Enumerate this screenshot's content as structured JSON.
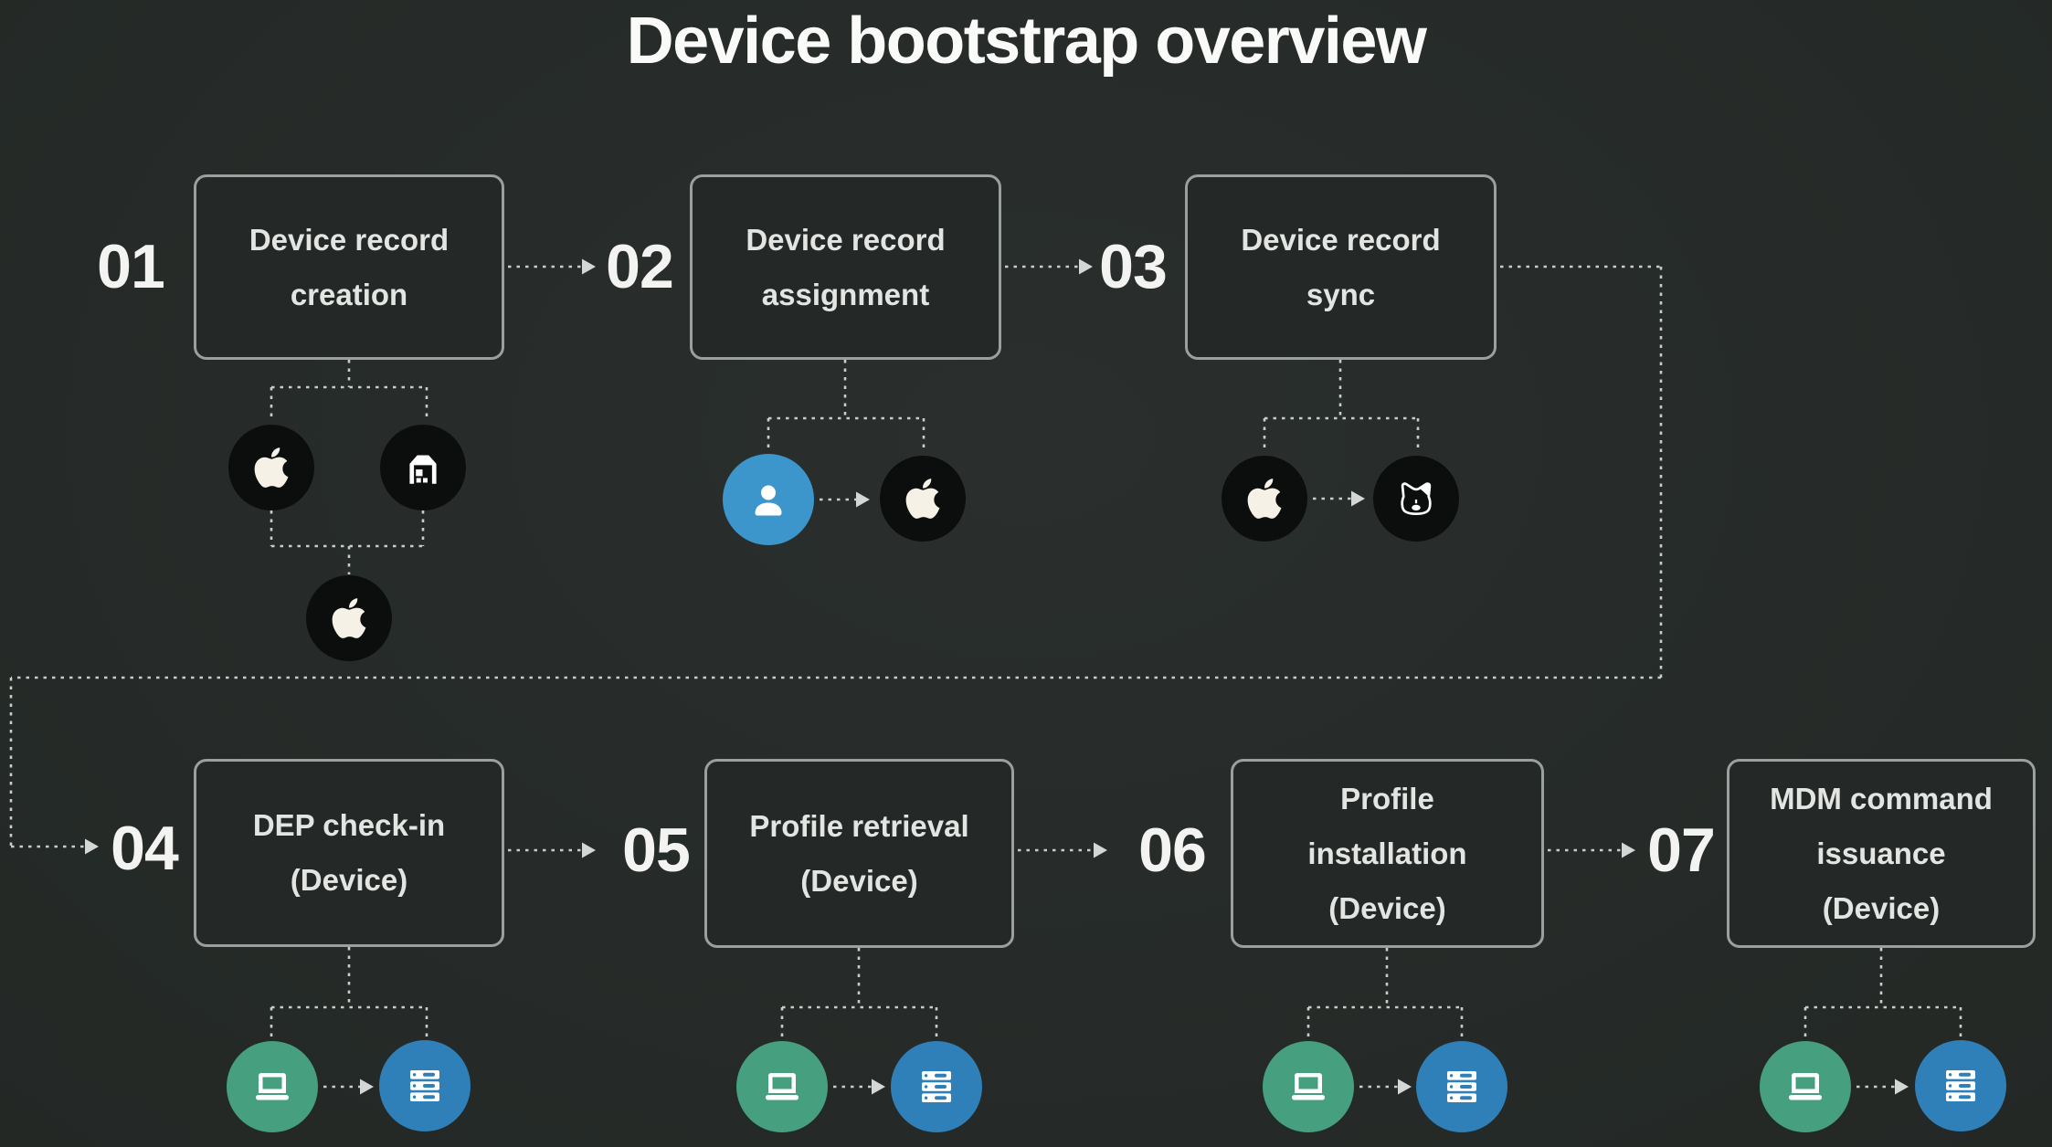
{
  "title": "Device bootstrap overview",
  "colors": {
    "background": "#262b29",
    "box_border": "#99a09f",
    "box_fill": "#242927",
    "connector": "#c9cdcb",
    "text": "#e3e5e2",
    "number_text": "#f3f3f1",
    "black_circle": "#0c0e0d",
    "user_circle_blue": "#3d96cb",
    "laptop_circle_teal": "#46a07f",
    "server_circle_blue": "#2f80b9",
    "apple_glyph": "#f6f1e7",
    "icon_glyph": "#ffffff"
  },
  "steps": [
    {
      "num": "01",
      "label_lines": [
        "Device record",
        "creation"
      ],
      "icons": [
        "apple",
        "warehouse",
        "apple"
      ]
    },
    {
      "num": "02",
      "label_lines": [
        "Device record",
        "assignment"
      ],
      "icons": [
        "user",
        "apple"
      ]
    },
    {
      "num": "03",
      "label_lines": [
        "Device record",
        "sync"
      ],
      "icons": [
        "apple",
        "bulldog"
      ]
    },
    {
      "num": "04",
      "label_lines": [
        "DEP check-in",
        "(Device)"
      ],
      "icons": [
        "laptop",
        "server"
      ]
    },
    {
      "num": "05",
      "label_lines": [
        "Profile retrieval",
        "(Device)"
      ],
      "icons": [
        "laptop",
        "server"
      ]
    },
    {
      "num": "06",
      "label_lines": [
        "Profile",
        "installation",
        "(Device)"
      ],
      "icons": [
        "laptop",
        "server"
      ]
    },
    {
      "num": "07",
      "label_lines": [
        "MDM command",
        "issuance",
        "(Device)"
      ],
      "icons": [
        "laptop",
        "server"
      ]
    }
  ]
}
